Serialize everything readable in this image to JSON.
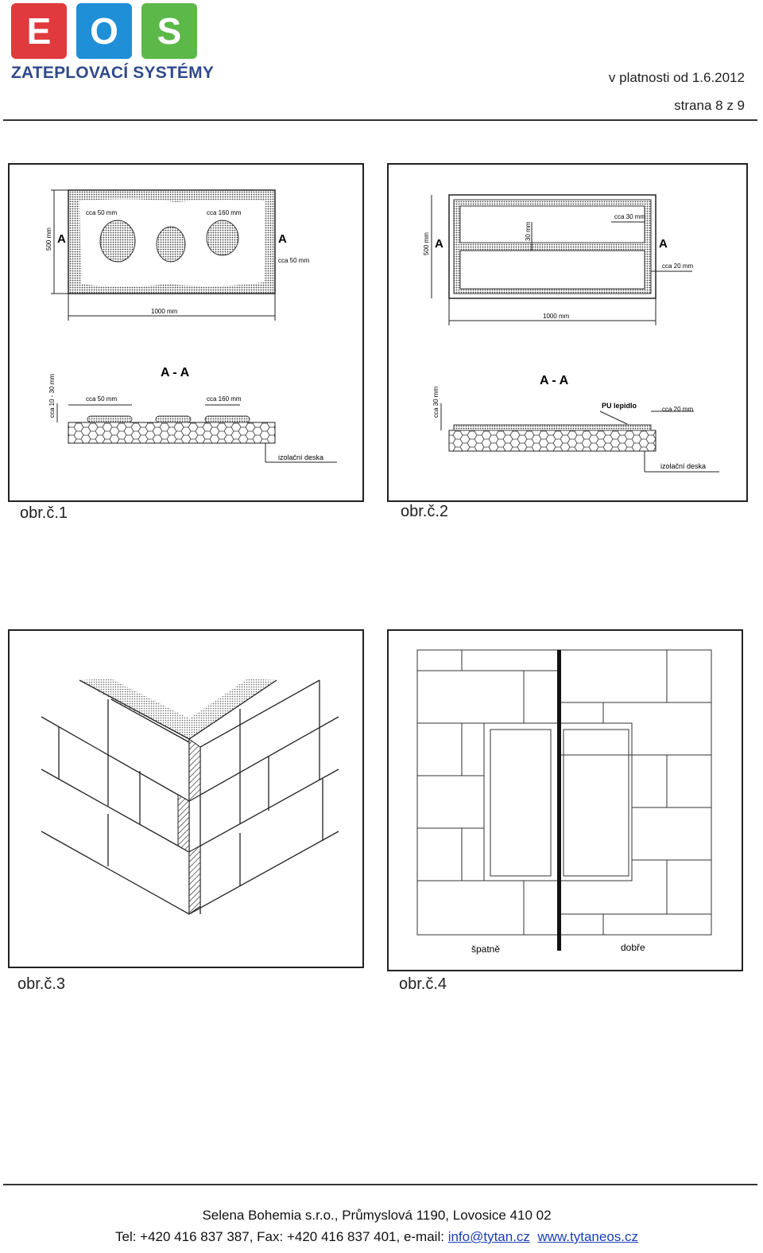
{
  "header": {
    "logo": {
      "letters": [
        "E",
        "O",
        "S"
      ],
      "tagline": "ZATEPLOVACÍ SYSTÉMY",
      "colors": [
        "#e03a3e",
        "#1f8fd8",
        "#5cb848"
      ]
    },
    "validity": "v platnosti od 1.6.2012",
    "page": "strana 8 z 9"
  },
  "figures": [
    {
      "caption": "obr.č.1",
      "labels": {
        "cut_left": "A",
        "cut_right": "A",
        "height": "500 mm",
        "dab_size": "cca 50 mm",
        "dab_gap": "cca 160 mm",
        "edge_gap": "cca 50 mm",
        "width": "1000 mm",
        "section": "A - A",
        "thickness": "cca 10 - 30 mm",
        "sec_dab": "cca 50 mm",
        "sec_gap": "cca 160 mm",
        "board": "izolační deska"
      }
    },
    {
      "caption": "obr.č.2",
      "labels": {
        "cut_left": "A",
        "cut_right": "A",
        "height": "500 mm",
        "mid_gap": "30 mm",
        "top_edge": "cca 30 mm",
        "side_edge": "cca 20 mm",
        "width": "1000 mm",
        "section": "A - A",
        "thickness": "cca 30 mm",
        "adhesive": "PU lepidlo",
        "sec_edge": "cca 20 mm",
        "board": "izolační deska"
      }
    },
    {
      "caption": "obr.č.3"
    },
    {
      "caption": "obr.č.4",
      "labels": {
        "wrong": "špatně",
        "right": "dobře"
      }
    }
  ],
  "footer": {
    "company": "Selena Bohemia s.r.o., Průmyslová 1190, Lovosice 410 02",
    "contact_prefix": "Tel: +420 416 837 387, Fax: +420 416 837 401, e-mail: ",
    "email": "info@tytan.cz",
    "web": "www.tytaneos.cz"
  }
}
